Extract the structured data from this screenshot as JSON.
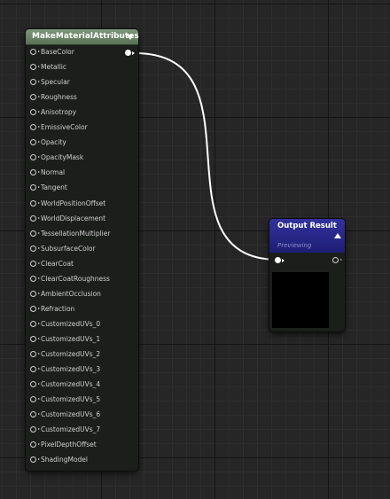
{
  "make_node": {
    "title": "MakeMaterialAttributes",
    "pins": [
      {
        "label": "BaseColor",
        "connected": true
      },
      {
        "label": "Metallic"
      },
      {
        "label": "Specular"
      },
      {
        "label": "Roughness"
      },
      {
        "label": "Anisotropy"
      },
      {
        "label": "EmissiveColor"
      },
      {
        "label": "Opacity"
      },
      {
        "label": "OpacityMask"
      },
      {
        "label": "Normal"
      },
      {
        "label": "Tangent"
      },
      {
        "label": "WorldPositionOffset"
      },
      {
        "label": "WorldDisplacement"
      },
      {
        "label": "TessellationMultiplier"
      },
      {
        "label": "SubsurfaceColor"
      },
      {
        "label": "ClearCoat"
      },
      {
        "label": "ClearCoatRoughness"
      },
      {
        "label": "AmbientOcclusion"
      },
      {
        "label": "Refraction"
      },
      {
        "label": "CustomizedUVs_0"
      },
      {
        "label": "CustomizedUVs_1"
      },
      {
        "label": "CustomizedUVs_2"
      },
      {
        "label": "CustomizedUVs_3"
      },
      {
        "label": "CustomizedUVs_4"
      },
      {
        "label": "CustomizedUVs_5"
      },
      {
        "label": "CustomizedUVs_6"
      },
      {
        "label": "CustomizedUVs_7"
      },
      {
        "label": "PixelDepthOffset"
      },
      {
        "label": "ShadingModel"
      }
    ]
  },
  "output_node": {
    "title": "Output Result",
    "subtitle": "Previewing"
  },
  "colors": {
    "make_header": "#6b8668",
    "output_header": "#2a2a8c",
    "wire": "#ffffff",
    "background": "#262626"
  },
  "icons": {
    "collapse": "triangle-down-icon",
    "expand": "triangle-up-icon",
    "input_pin": "pin-hollow-icon",
    "output_pin": "pin-filled-icon"
  }
}
